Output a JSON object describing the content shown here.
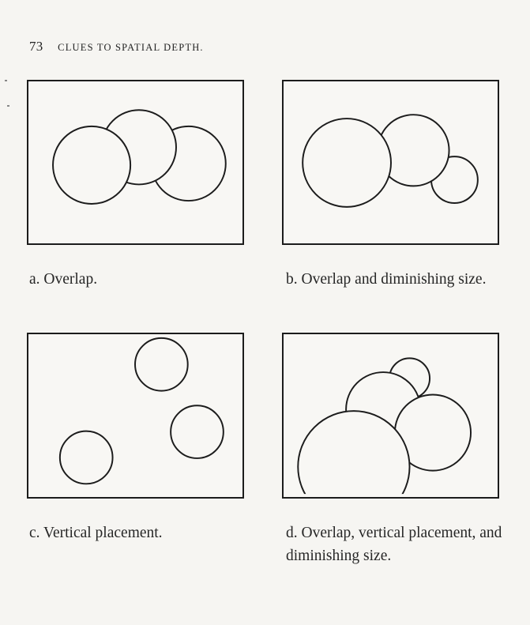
{
  "header": {
    "page_number": "73",
    "running_title": "CLUES TO SPATIAL DEPTH."
  },
  "figures": [
    {
      "id": "a",
      "caption": "a. Overlap."
    },
    {
      "id": "b",
      "caption": "b. Overlap and diminishing size."
    },
    {
      "id": "c",
      "caption": "c. Vertical placement."
    },
    {
      "id": "d",
      "caption": "d. Overlap, vertical placement, and diminishing size."
    }
  ],
  "colors": {
    "ink": "#1c1c1c",
    "paper": "#f6f5f2"
  }
}
